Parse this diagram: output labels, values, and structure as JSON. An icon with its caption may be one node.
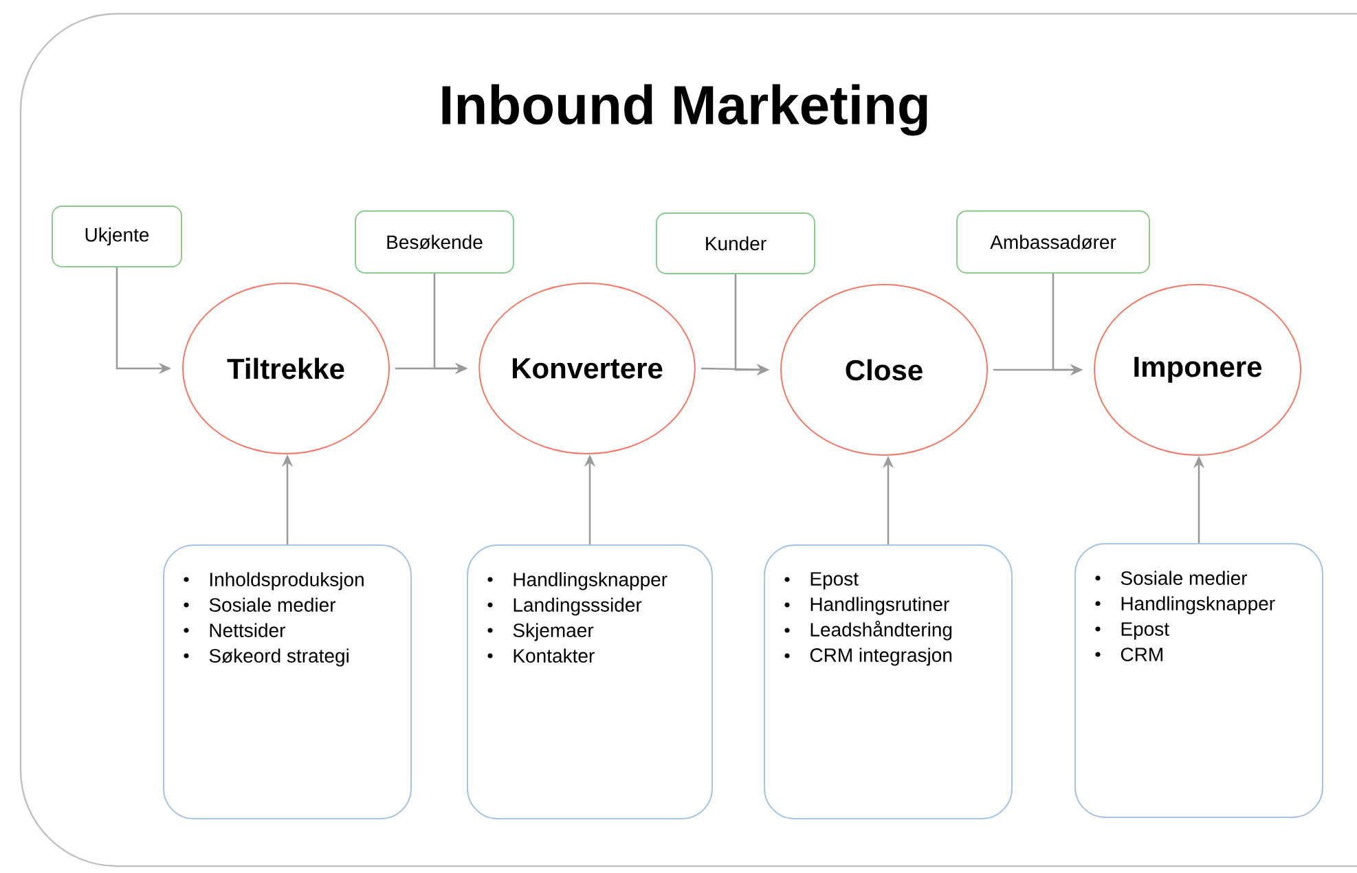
{
  "diagram": {
    "title": "Inbound Marketing",
    "nodes": [
      {
        "text": [
          "Ukjente"
        ]
      },
      {
        "text": [
          "Tiltrekke"
        ]
      },
      {
        "text": [
          "Besøkende"
        ]
      },
      {
        "text": [
          "Konvertere"
        ]
      },
      {
        "text": [
          "Kunder"
        ]
      },
      {
        "text": [
          "Close"
        ]
      },
      {
        "text": [
          "Ambassadører"
        ]
      },
      {
        "text": [
          "Imponere"
        ]
      },
      {
        "text": [
          "Inholdsproduksjon",
          "Sosiale medier",
          "Nettsider",
          "Søkeord strategi"
        ]
      },
      {
        "text": [
          "Handlingsknapper",
          "Landingsssider",
          "Skjemaer",
          "Kontakter"
        ]
      },
      {
        "text": [
          "Epost",
          "Handlingsrutiner",
          "Leadshåndtering",
          "CRM integrasjon"
        ]
      },
      {
        "text": [
          "Sosiale medier",
          "Handlingsknapper",
          "Epost",
          "CRM"
        ]
      }
    ],
    "edges": [
      {
        "from": 0,
        "to": 1,
        "arrow": "to"
      },
      {
        "from": 1,
        "to": 3,
        "arrow": "to"
      },
      {
        "from": 2,
        "to": 3,
        "arrow": "to"
      },
      {
        "from": 3,
        "to": 5,
        "arrow": "to"
      },
      {
        "from": 4,
        "to": 5,
        "arrow": "to"
      },
      {
        "from": 5,
        "to": 7,
        "arrow": "to"
      },
      {
        "from": 6,
        "to": 7,
        "arrow": "to"
      },
      {
        "from": 8,
        "to": 1,
        "arrow": "to"
      },
      {
        "from": 9,
        "to": 3,
        "arrow": "to"
      },
      {
        "from": 10,
        "to": 5,
        "arrow": "to"
      },
      {
        "from": 11,
        "to": 7,
        "arrow": "to"
      }
    ]
  }
}
